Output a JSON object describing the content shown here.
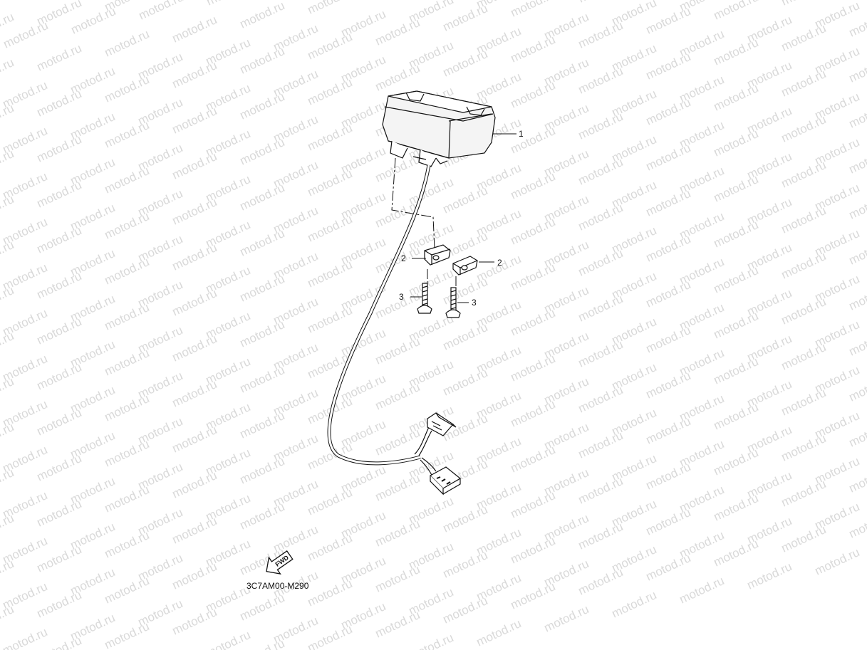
{
  "watermark": "motod.ru",
  "callouts": [
    {
      "id": "1",
      "text": "1"
    },
    {
      "id": "2a",
      "text": "2"
    },
    {
      "id": "2b",
      "text": "2"
    },
    {
      "id": "3a",
      "text": "3"
    },
    {
      "id": "3b",
      "text": "3"
    }
  ],
  "fwd_label": "FWD",
  "diagram_code": "3C7AM00-M290"
}
